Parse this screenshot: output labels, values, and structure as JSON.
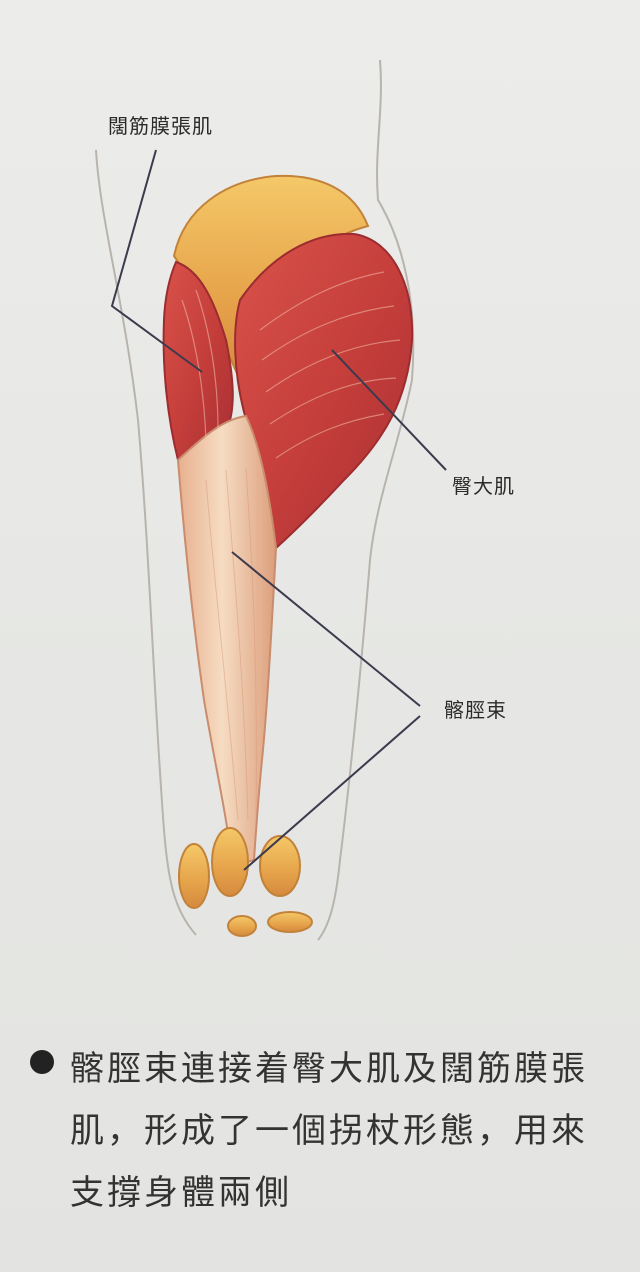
{
  "labels": {
    "tensor_fasciae_latae": "闊筋膜張肌",
    "gluteus_maximus": "臀大肌",
    "iliotibial_band": "髂脛束"
  },
  "caption": {
    "text": "髂脛束連接着臀大肌及闊筋膜張肌，形成了一個拐杖形態，用來支撐身體兩側"
  },
  "colors": {
    "muscle_red": "#c8403c",
    "fascia_cream": "#f0ccaa",
    "bone_gold": "#e9b44c",
    "leader_line": "#3d3a4e"
  }
}
